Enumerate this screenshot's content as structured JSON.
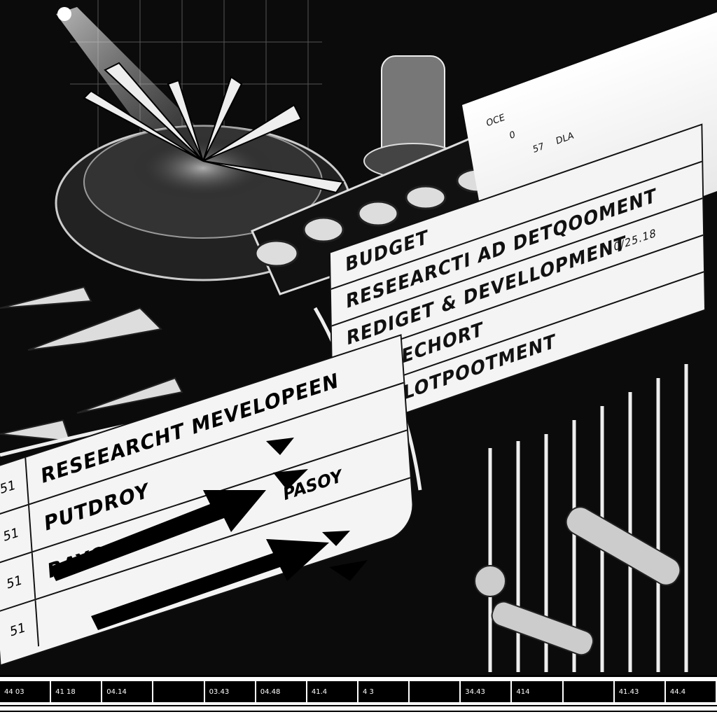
{
  "top_sheet": {
    "labels": [
      "OCE",
      "0",
      "57",
      "DLA"
    ]
  },
  "list_panel": {
    "rows": [
      {
        "label": "BUDGET"
      },
      {
        "label": "RESEEARCTI AD DETQOOMENT"
      },
      {
        "label": "REDIGET & DEVELLOPMENT",
        "value": "0/25.18"
      },
      {
        "label": "MUDIECHORT"
      },
      {
        "label": "REVOLOTPOOTMENT"
      }
    ]
  },
  "arrow_panel": {
    "rows": [
      {
        "num": "51",
        "label": "RESEEARCHT MEVELOPEEN"
      },
      {
        "num": "51",
        "label": "PUTDROY"
      },
      {
        "num": "51",
        "label": "RAYOAY",
        "extra": "PASOY"
      },
      {
        "num": "51",
        "label": ""
      }
    ]
  },
  "bottom_table": {
    "cells": [
      "44 03",
      "41 18",
      "04.14",
      "",
      "03.43",
      "04.48",
      "41.4",
      "4 3",
      "",
      "34.43",
      "414",
      "",
      "41.43",
      "44.4"
    ]
  },
  "colors": {
    "ink": "#111111",
    "paper": "#f4f4f4",
    "background": "#0a0a0a"
  }
}
